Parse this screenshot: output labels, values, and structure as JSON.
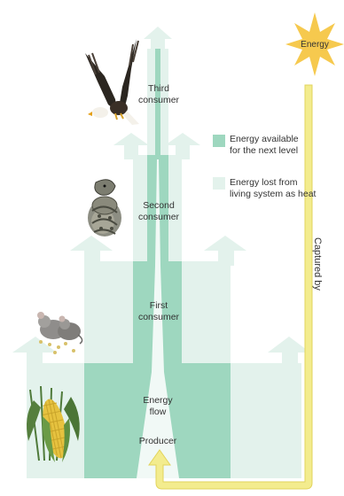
{
  "colors": {
    "available": "#9ed7bf",
    "lost": "#e3f2ec",
    "arrow": "#f3ec8e",
    "arrow_edge": "#e2d45c",
    "sun": "#f6c94e"
  },
  "levels": [
    {
      "label": "Third\nconsumer",
      "icon": "eagle-icon"
    },
    {
      "label": "Second\nconsumer",
      "icon": "rattlesnake-icon"
    },
    {
      "label": "First\nconsumer",
      "icon": "mice-icon"
    },
    {
      "label": "Producer",
      "icon": "corn-icon"
    }
  ],
  "flow_label": "Energy\nflow",
  "legend": {
    "available": "Energy available\nfor the next level",
    "lost": "Energy lost from\nliving system as heat"
  },
  "sun_label": "Energy",
  "capture_label": "Captured by"
}
